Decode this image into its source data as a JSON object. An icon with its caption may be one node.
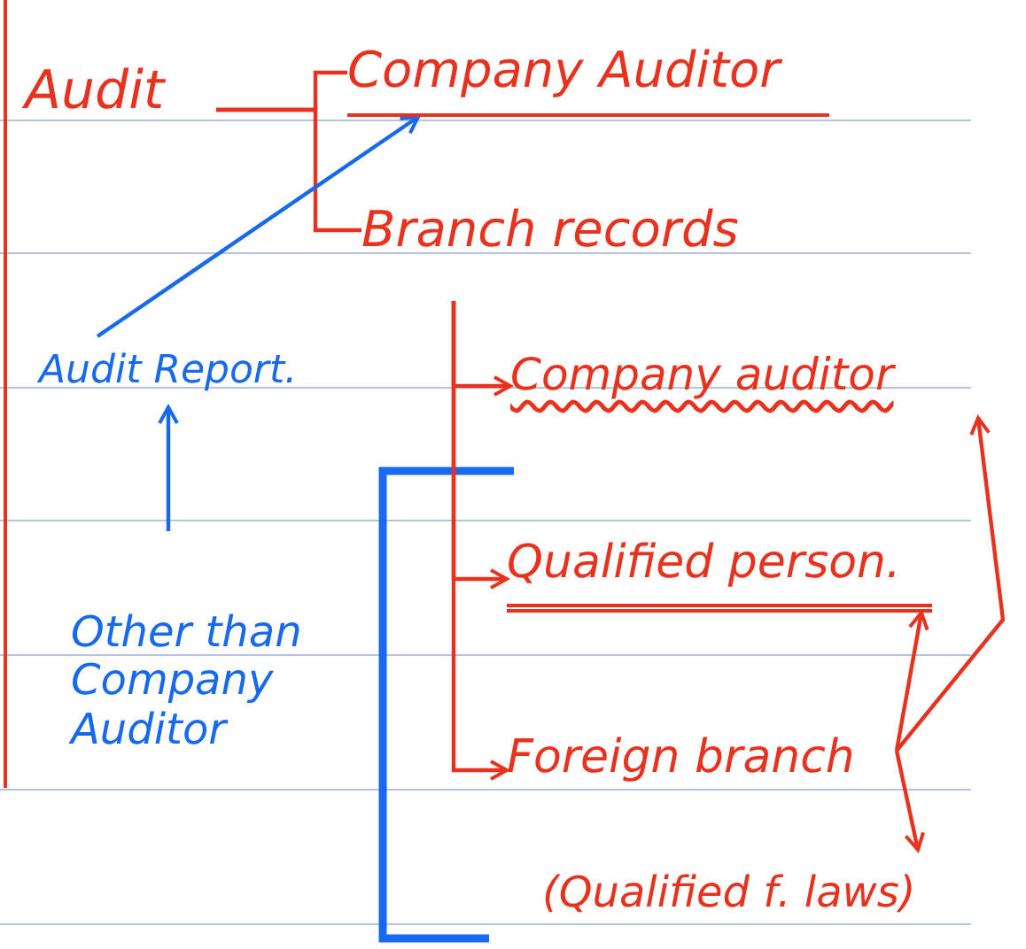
{
  "diagram": {
    "nodes": [
      {
        "text": [
          "Audit"
        ]
      },
      {
        "text": [
          "Company Auditor"
        ]
      },
      {
        "text": [
          "Branch records"
        ]
      },
      {
        "text": [
          "Audit Report."
        ]
      },
      {
        "text": [
          "Other than Company Auditor"
        ]
      },
      {
        "text": [
          "Company auditor"
        ]
      },
      {
        "text": [
          "Qualified person."
        ]
      },
      {
        "text": [
          "Foreign branch"
        ]
      },
      {
        "text": [
          "(Qualified f. laws)"
        ]
      }
    ],
    "edges": [
      {
        "from": 0,
        "to": 1,
        "arrow": "none"
      },
      {
        "from": 0,
        "to": 2,
        "arrow": "none"
      },
      {
        "from": 3,
        "to": 1,
        "arrow": "to",
        "color": "#1769f0"
      },
      {
        "from": 4,
        "to": 3,
        "arrow": "to",
        "color": "#1769f0"
      },
      {
        "from": null,
        "to": 5,
        "arrow": "to"
      },
      {
        "from": null,
        "to": 6,
        "arrow": "to"
      },
      {
        "from": null,
        "to": 7,
        "arrow": "to"
      },
      {
        "from": 7,
        "to": 5,
        "arrow": "to"
      },
      {
        "from": 7,
        "to": 6,
        "arrow": "to"
      },
      {
        "from": 7,
        "to": 8,
        "arrow": "to"
      }
    ]
  }
}
